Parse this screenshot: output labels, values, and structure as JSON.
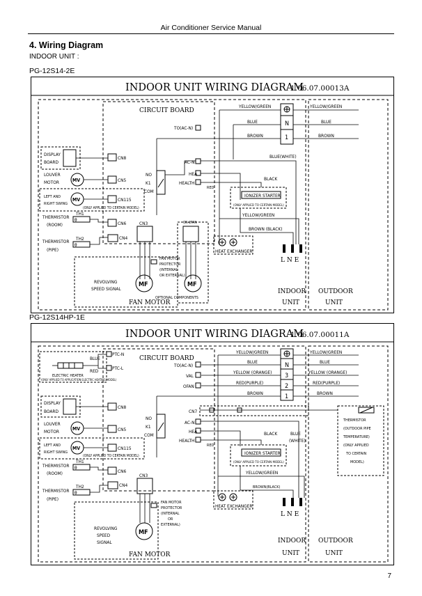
{
  "header": {
    "title": "Air Conditioner Service Manual"
  },
  "section": {
    "title": "4. Wiring  Diagram",
    "unit_type": "INDOOR UNIT :"
  },
  "diagrams": [
    {
      "model": "PG-12S14-2E",
      "title": "INDOOR UNIT WIRING DIAGRAM",
      "code": "1.06.07.00013A",
      "labels": {
        "circuit_board": "CIRCUIT BOARD",
        "to_ac_n": "TO(AC-N)",
        "display": "DISPLAY",
        "board": "BOARD",
        "cn8": "CN8",
        "louver": "LOUVER",
        "motor": "MOTOR",
        "mv": "MV",
        "cn5": "CN5",
        "left_and": "LEFT AND",
        "right_swing": "RIGHT SWING",
        "cn115": "CN115",
        "only_applied": "(ONLY APPLIED TO CERTAIN MODEL)",
        "thermistor": "THERMISTOR",
        "room": "(ROOM)",
        "th1": "TH1",
        "theta": "θ",
        "cn6": "CN6",
        "pipe": "(PIPE)",
        "th2": "TH2",
        "cn4": "CN4",
        "cn3": "CN3",
        "cn2fan": "CN-2FAN",
        "no": "NO",
        "k1": "K1",
        "com": "COM",
        "ac_n": "AC-N",
        "hea": "HEA",
        "health": "HEALTH",
        "red": "RED",
        "black": "BLACK",
        "blue_white": "BLUE(WHITE)",
        "ionizer": "IONIZER STARTER",
        "ionizer_note": "(ONLY APPLIED TO CERTAIN MODEL)",
        "yellow_green": "YELLOW/GREEN",
        "blue": "BLUE",
        "brown": "BROWN",
        "brown_black": "BROWN (BLACK)",
        "n": "N",
        "one": "1",
        "lne": "L  N  E",
        "heat_exchanger": "HEAT EXCHANGER",
        "fan_motor_protector": "FAN MOTOR",
        "protector": "PROTECTOR",
        "internal": "(INTERNAL",
        "or_external": "OR EXTERNAL)",
        "revolving": "REVOLVING",
        "speed_signal": "SPEED SIGNAL",
        "mf": "MF",
        "optional": "OPTIONAL COMPONENTS",
        "fan_motor": "FAN MOTOR",
        "indoor": "INDOOR",
        "outdoor": "OUTDOOR",
        "unit": "UNIT"
      }
    },
    {
      "model": "PG-12S14HP-1E",
      "title": "INDOOR UNIT WIRING DIAGRAM",
      "code": "1.06.07.00011A",
      "labels": {
        "ptc_n": "PTC-N",
        "ptc_l": "PTC-L",
        "blue": "BLUE",
        "red": "RED",
        "electric_heater": "ELECTRIC HEATER",
        "heater_note": "(ONLY APPLIED TO APPLICATION ELECTRIC HEATING MODEL)",
        "circuit_board": "CIRCUIT BOARD",
        "to_ac_n": "TO(AC-N)",
        "val": "VAL",
        "ofan": "OFAN",
        "yellow_green": "YELLOW/GREEN",
        "yellow_orange": "YELLOW (ORANGE)",
        "red_purple": "RED(PURPLE)",
        "brown": "BROWN",
        "n": "N",
        "three": "3",
        "two": "2",
        "one": "1",
        "display": "DISPLAY",
        "board": "BOARD",
        "cn8": "CN8",
        "cn7": "CN7",
        "louver": "LOUVER",
        "motor": "MOTOR",
        "mv": "MV",
        "cn5": "CN5",
        "no": "NO",
        "k1": "K1",
        "com": "COM",
        "ac_n": "AC-N",
        "hea": "HEA",
        "health": "HEALTH",
        "left_and": "LEFT AND",
        "right_swing": "RIGHT SWING",
        "cn115": "CN115",
        "only_applied": "(ONLY APPLIED TO CERTAIN MODEL)",
        "thermistor": "THERMISTOR",
        "room": "(ROOM)",
        "th1": "TH1",
        "theta": "θ",
        "cn6": "CN6",
        "pipe": "(PIPE)",
        "th2": "TH2",
        "cn4": "CN4",
        "cn3": "CN3",
        "black": "BLACK",
        "blue_white": "BLUE",
        "white": "(WHITE)",
        "ionizer": "IONIZER STARTER",
        "ionizer_note": "(ONLY APPLIED TO CERTAIN MODEL)",
        "brown_black": "BROWN(BLACK)",
        "therm_outdoor_1": "THERMISTOR",
        "therm_outdoor_2": "(OUTDOOR PIPE",
        "therm_outdoor_3": "TEMPERATURE)",
        "therm_outdoor_4": "(ONLY APPLIED",
        "therm_outdoor_5": "TO CERTAIN",
        "therm_outdoor_6": "MODEL)",
        "lne": "L  N  E",
        "heat_exchanger": "HEAT EXCHANGER",
        "fan_motor_protector": "FAN MOTOR",
        "protector": "PROTECTOR",
        "internal": "(INTERNAL",
        "or": "OR",
        "external": "EXTERNAL)",
        "revolving": "REVOLVING",
        "speed": "SPEED",
        "signal": "SIGNAL",
        "mf": "MF",
        "fan_motor": "FAN MOTOR",
        "indoor": "INDOOR",
        "outdoor": "OUTDOOR",
        "unit": "UNIT"
      }
    }
  ],
  "page_number": "7"
}
